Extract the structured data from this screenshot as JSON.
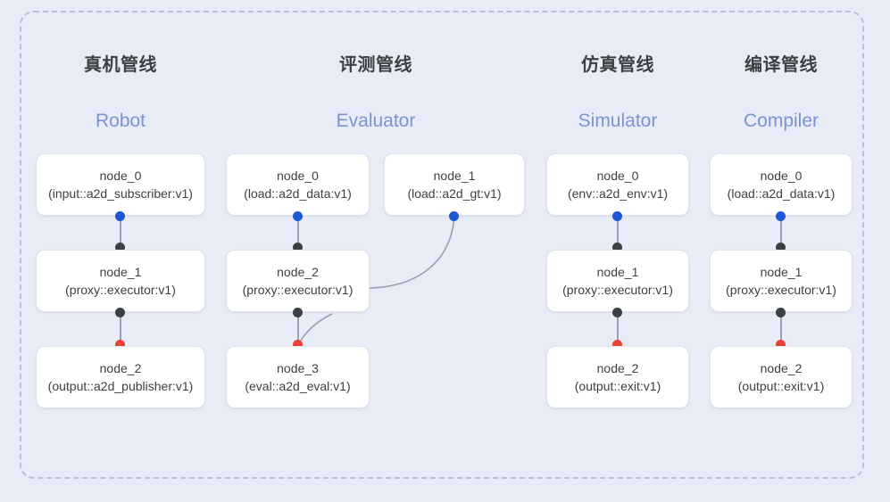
{
  "frame": {
    "style": "dashed-rounded-container",
    "border_color": "#b9c0d4",
    "background": "#e8ecf7"
  },
  "theme": {
    "background": "#e8ecf7",
    "node_fill": "#ffffff",
    "node_border": "#dfe3ec",
    "title_cn_color": "#3c4043",
    "title_en_color": "#7b93d4",
    "port_in_color": "#1a56d6",
    "port_mid_color": "#3c4043",
    "port_out_color": "#ea4335",
    "edge_color": "#9aa0ae"
  },
  "columns": [
    {
      "id": "robot",
      "title_cn": "真机管线",
      "title_en": "Robot",
      "nodes": [
        {
          "name": "node_0",
          "spec": "(input::a2d_subscriber:v1)"
        },
        {
          "name": "node_1",
          "spec": "(proxy::executor:v1)"
        },
        {
          "name": "node_2",
          "spec": "(output::a2d_publisher:v1)"
        }
      ]
    },
    {
      "id": "evaluator",
      "title_cn": "评测管线",
      "title_en": "Evaluator",
      "nodes": [
        {
          "name": "node_0",
          "spec": "(load::a2d_data:v1)"
        },
        {
          "name": "node_2",
          "spec": "(proxy::executor:v1)"
        },
        {
          "name": "node_3",
          "spec": "(eval::a2d_eval:v1)"
        },
        {
          "name": "node_1",
          "spec": "(load::a2d_gt:v1)"
        }
      ]
    },
    {
      "id": "simulator",
      "title_cn": "仿真管线",
      "title_en": "Simulator",
      "nodes": [
        {
          "name": "node_0",
          "spec": "(env::a2d_env:v1)"
        },
        {
          "name": "node_1",
          "spec": "(proxy::executor:v1)"
        },
        {
          "name": "node_2",
          "spec": "(output::exit:v1)"
        }
      ]
    },
    {
      "id": "compiler",
      "title_cn": "编译管线",
      "title_en": "Compiler",
      "nodes": [
        {
          "name": "node_0",
          "spec": "(load::a2d_data:v1)"
        },
        {
          "name": "node_1",
          "spec": "(proxy::executor:v1)"
        },
        {
          "name": "node_2",
          "spec": "(output::exit:v1)"
        }
      ]
    }
  ]
}
